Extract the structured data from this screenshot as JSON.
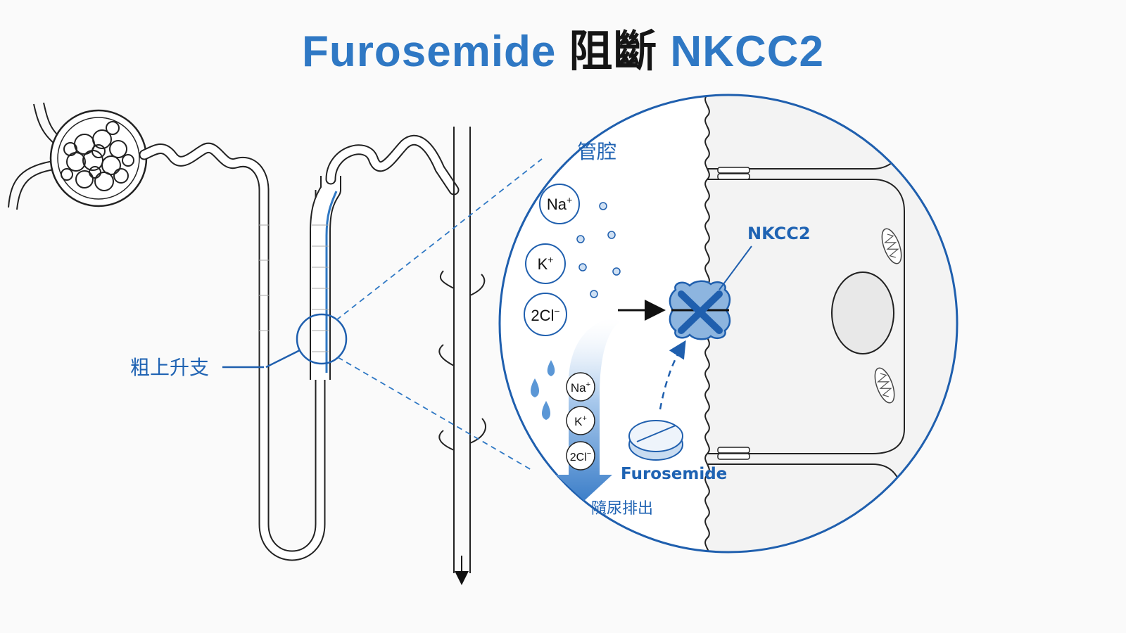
{
  "title": {
    "part1": "Furosemide",
    "part2": "阻斷",
    "part3": "NKCC2"
  },
  "labels": {
    "ascending_limb": "粗上升支",
    "lumen": "管腔",
    "transporter": "NKCC2",
    "drug": "Furosemide",
    "excretion": "隨尿排出"
  },
  "ions_lumen": {
    "na": "Na",
    "k": "K",
    "cl": "2Cl",
    "plus": "+",
    "minus": "−"
  },
  "ions_excreted": {
    "na": "Na",
    "k": "K",
    "cl": "2Cl",
    "plus": "+",
    "minus": "−"
  },
  "colors": {
    "accent": "#2f78c4",
    "dark_blue": "#1f5fae",
    "line": "#222222",
    "bg": "#fafafa"
  }
}
